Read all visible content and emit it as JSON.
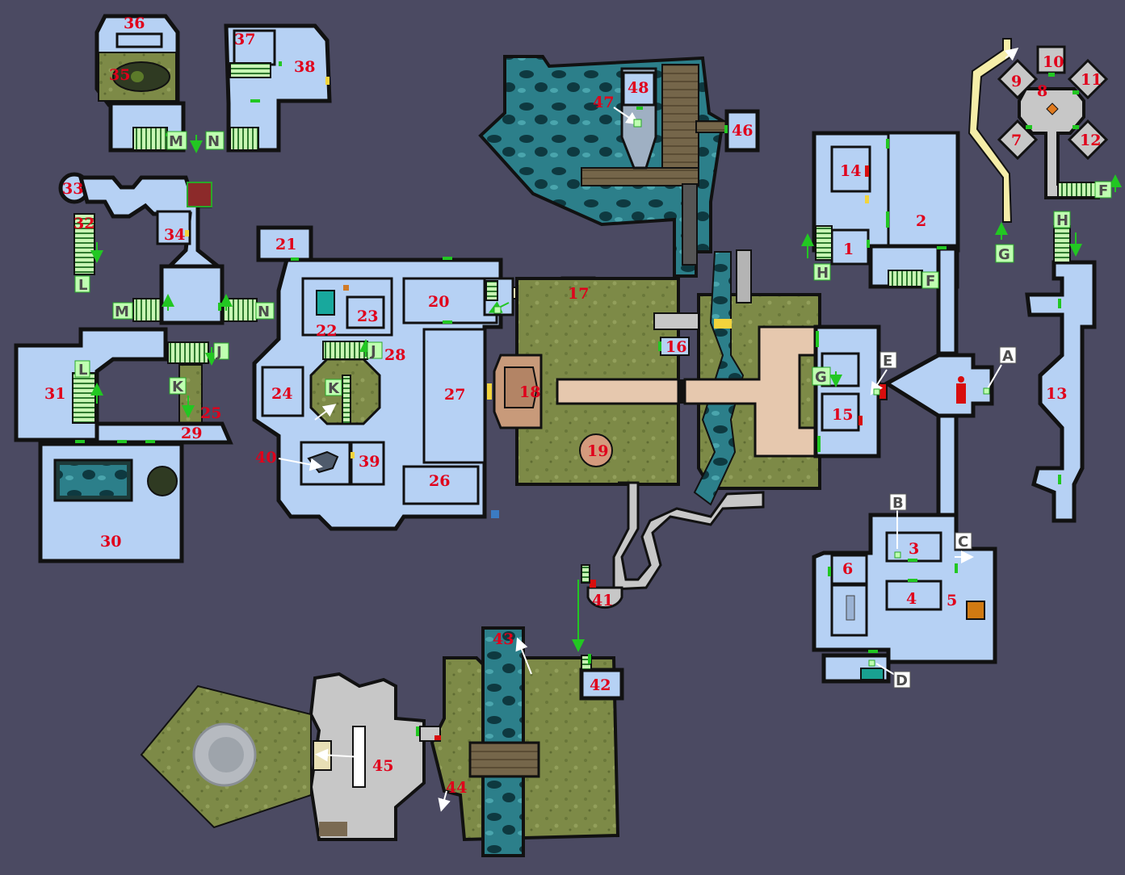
{
  "map": {
    "room_labels": [
      "1",
      "2",
      "3",
      "4",
      "5",
      "6",
      "7",
      "8",
      "9",
      "10",
      "11",
      "12",
      "13",
      "14",
      "15",
      "16",
      "17",
      "18",
      "19",
      "20",
      "21",
      "22",
      "23",
      "24",
      "25",
      "26",
      "27",
      "28",
      "29",
      "30",
      "31",
      "32",
      "33",
      "34",
      "35",
      "36",
      "37",
      "38",
      "39",
      "40",
      "41",
      "42",
      "43",
      "44",
      "45",
      "46",
      "47",
      "48"
    ],
    "stair_labels": [
      "A",
      "B",
      "C",
      "D",
      "E",
      "F",
      "G",
      "H",
      "J",
      "K",
      "L",
      "M",
      "N"
    ],
    "colors": {
      "background": "#4b4a62",
      "room_floor": "#b6d1f4",
      "grass": "#7f8c49",
      "water": "#1f5f6a",
      "stone": "#c7c7c7",
      "path": "#e6c8ae",
      "label_red": "#e0001b",
      "stair_marker": "#bfffb1",
      "door_green": "#22c722"
    }
  }
}
